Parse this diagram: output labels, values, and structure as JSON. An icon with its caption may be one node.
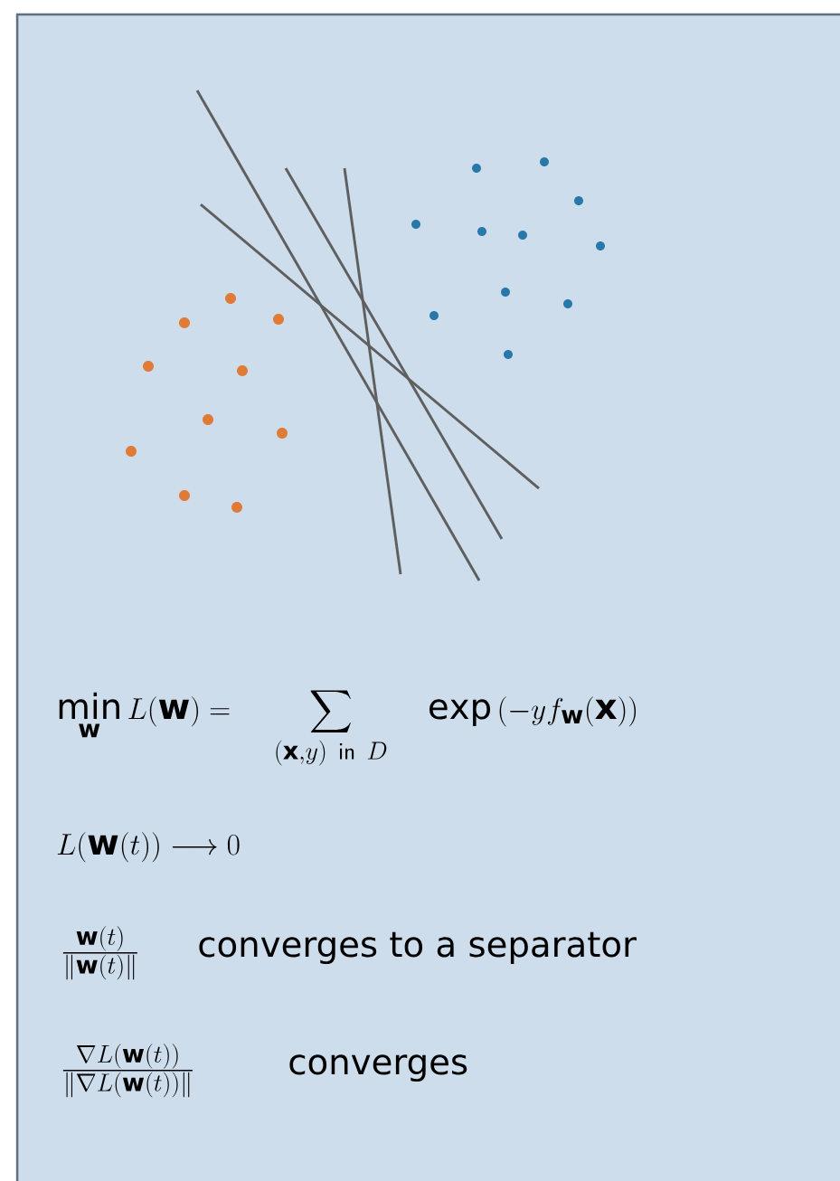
{
  "diagram": {
    "labels": [
      "\\min_{\\mathbf{w}} L(\\mathbf{w}) = \\quad\\sum_{(\\mathbf{x},y)\\ \\textsf{in}\\ D}\\quad \\exp\\left(-y f_{\\mathbf{w}}(\\mathbf{x})\\right)",
      "L(\\mathbf{w}(t)) \\longrightarrow 0",
      "\\frac{\\mathbf{w}(t)}{\\|\\mathbf{w}(t)\\|}",
      "converges to a separator",
      "\\frac{\\nabla L(\\mathbf{w}(t))}{\\|\\nabla L(\\mathbf{w}(t))\\|}",
      "converges"
    ]
  }
}
